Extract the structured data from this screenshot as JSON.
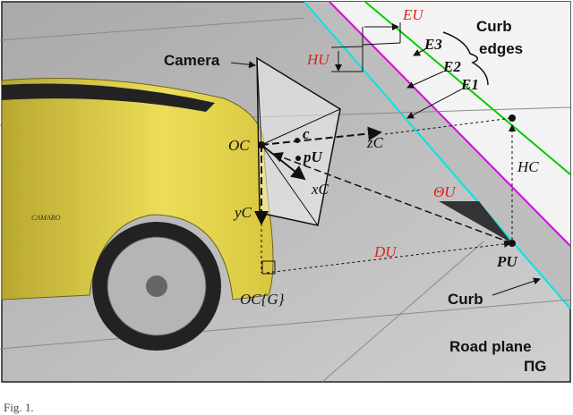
{
  "figure": {
    "labels": {
      "camera": "Camera",
      "curb_edges_1": "Curb",
      "curb_edges_2": "edges",
      "curb": "Curb",
      "road_plane": "Road plane",
      "road_plane_symbol": "ΠG",
      "e_u": "EU",
      "h_u": "HU",
      "e3": "E3",
      "e2": "E2",
      "e1": "E1",
      "o_c": "OC",
      "c": "c",
      "p_u_img": "pU",
      "z_c": "zC",
      "x_c": "xC",
      "y_c": "yC",
      "h_c": "HC",
      "theta_u": "ΘU",
      "d_u": "DU",
      "p_u": "PU",
      "o_c_g": "OC{G}",
      "car_badge": "CAMARO"
    },
    "colors": {
      "curb_edge_1": "#00e5e5",
      "curb_edge_2": "#e000e0",
      "curb_edge_3": "#00cc00",
      "unknown_params": "#e0201c",
      "car": "#e8d84a"
    }
  },
  "caption": "Fig. 1."
}
